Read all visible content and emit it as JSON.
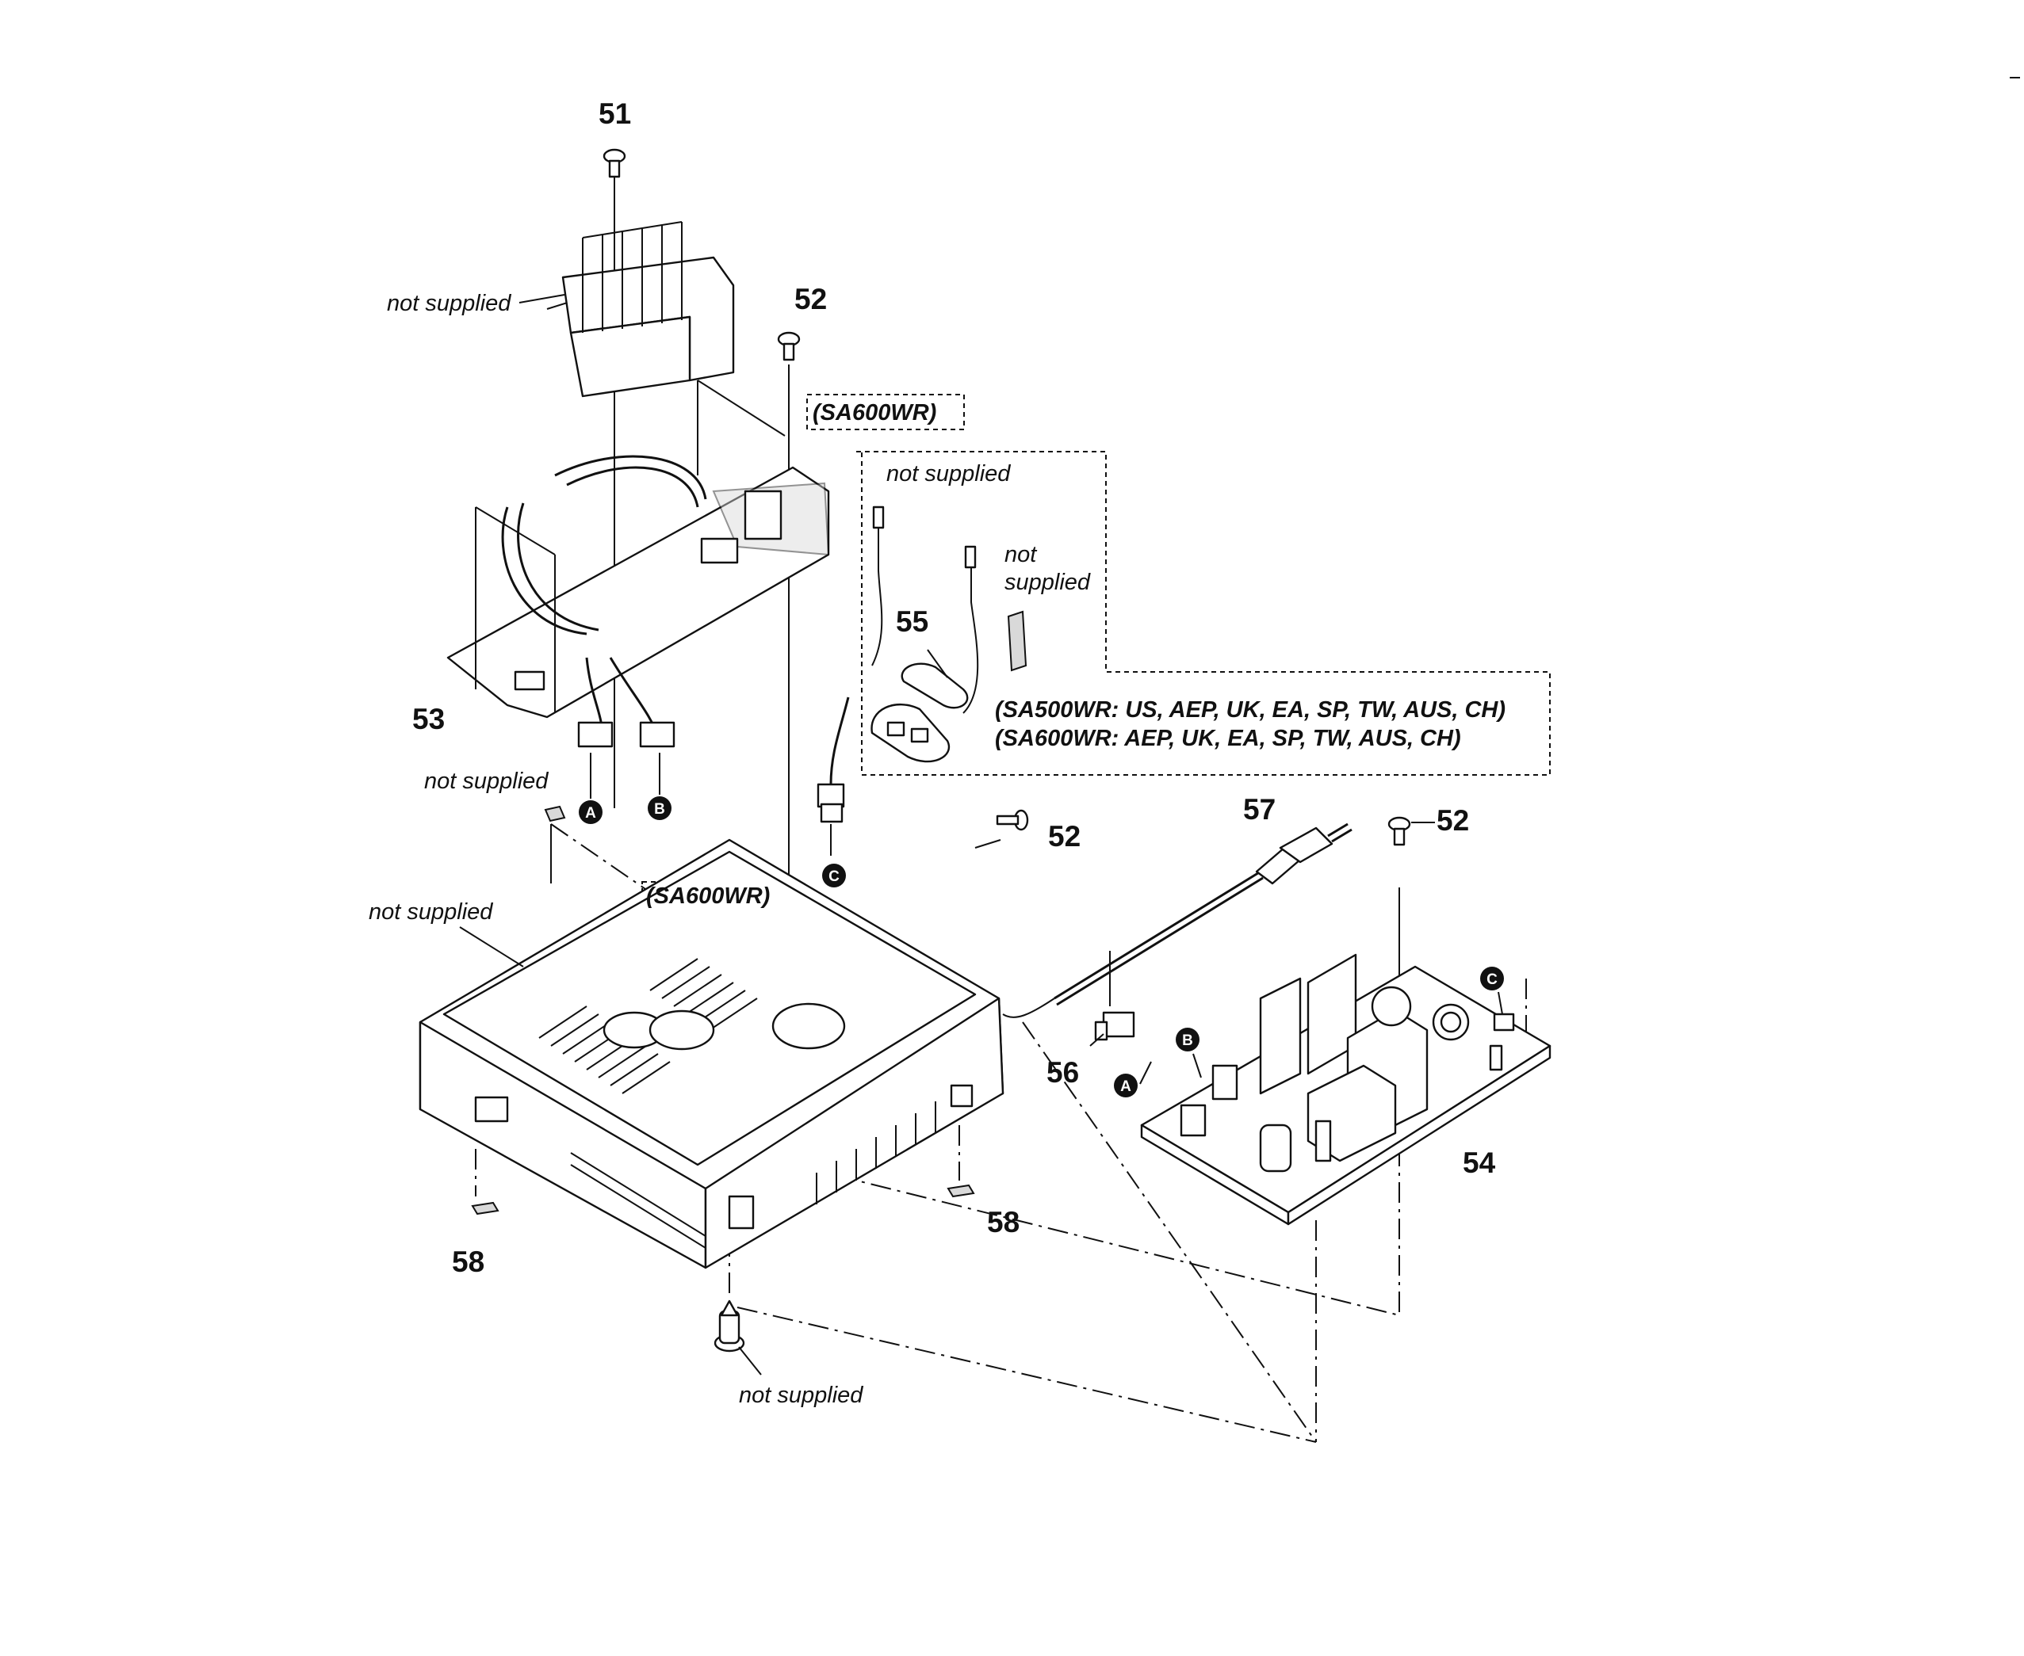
{
  "callouts": {
    "p51": "51",
    "p52_top": "52",
    "p52_mid": "52",
    "p52_right": "52",
    "p53": "53",
    "p54": "54",
    "p55": "55",
    "p56": "56",
    "p57": "57",
    "p58_left": "58",
    "p58_right": "58"
  },
  "notes": {
    "heatsink": "not supplied",
    "ferrite_top": "not supplied",
    "ferrite_side_1": "not",
    "ferrite_side_2": "supplied",
    "pad": "not supplied",
    "chassis": "not supplied",
    "foot_screw": "not supplied"
  },
  "variant_labels": {
    "board_top": "(SA600WR)",
    "chassis": "(SA600WR)",
    "region_line_1": "(SA500WR: US, AEP, UK, EA, SP, TW, AUS, CH)",
    "region_line_2": "(SA600WR: AEP, UK, EA, SP, TW, AUS, CH)"
  },
  "markers": {
    "a_board": "A",
    "b_board": "B",
    "c_cable": "C",
    "a_psu": "A",
    "b_psu": "B",
    "c_psu": "C"
  },
  "icons": [
    "screw-icon",
    "heatsink-icon",
    "main-board-icon",
    "power-board-icon",
    "chassis-icon",
    "ferrite-core-icon",
    "power-cord-icon",
    "connector-icon",
    "foot-pad-icon"
  ]
}
